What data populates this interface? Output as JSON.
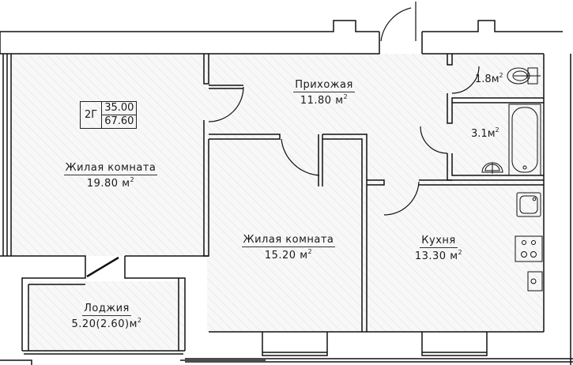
{
  "apartment": {
    "type": "2Г",
    "living_area": "35.00",
    "total_area": "67.60"
  },
  "rooms": [
    {
      "id": "living-room-1",
      "name": "Жилая комната",
      "area": "19.80",
      "unit": "м",
      "exp": "2"
    },
    {
      "id": "hallway",
      "name": "Прихожая",
      "area": "11.80",
      "unit": "м",
      "exp": "2"
    },
    {
      "id": "living-room-2",
      "name": "Жилая комната",
      "area": "15.20",
      "unit": "м",
      "exp": "2"
    },
    {
      "id": "kitchen",
      "name": "Кухня",
      "area": "13.30",
      "unit": "м",
      "exp": "2"
    },
    {
      "id": "loggia",
      "name": "Лоджия",
      "area": "5.20(2.60)",
      "unit": "м",
      "exp": "2"
    },
    {
      "id": "wc",
      "name": "",
      "area": "1.8",
      "unit": "м",
      "exp": "2"
    },
    {
      "id": "bathroom",
      "name": "",
      "area": "3.1",
      "unit": "м",
      "exp": "2"
    }
  ],
  "colors": {
    "wall": "#111111",
    "floor": "#f7f7f7",
    "hatch": "#ececec"
  }
}
